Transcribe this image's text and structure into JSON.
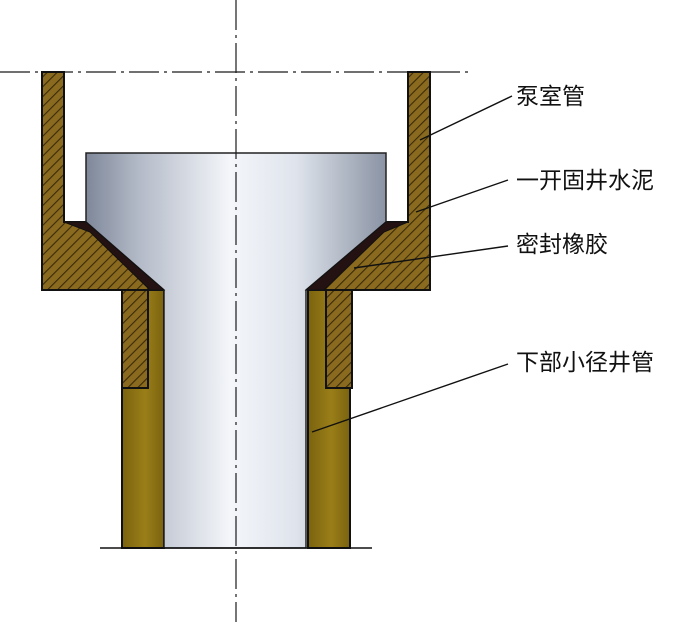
{
  "labels": {
    "pump_chamber_pipe": "泵室管",
    "well_cement": "一开固井水泥",
    "sealing_rubber": "密封橡胶",
    "lower_small_pipe": "下部小径井管"
  },
  "colors": {
    "cement": "#8a6a1f",
    "cement_hatch": "#3a2a08",
    "small_pipe": "#8e7414",
    "rubber": "#241212",
    "plug_light": "#eef1f6",
    "plug_dark": "#8e97a8",
    "outline": "#111111"
  },
  "icons": {
    "plug": "tapered-plug-shape",
    "pipe": "pipe-wall-shape"
  }
}
